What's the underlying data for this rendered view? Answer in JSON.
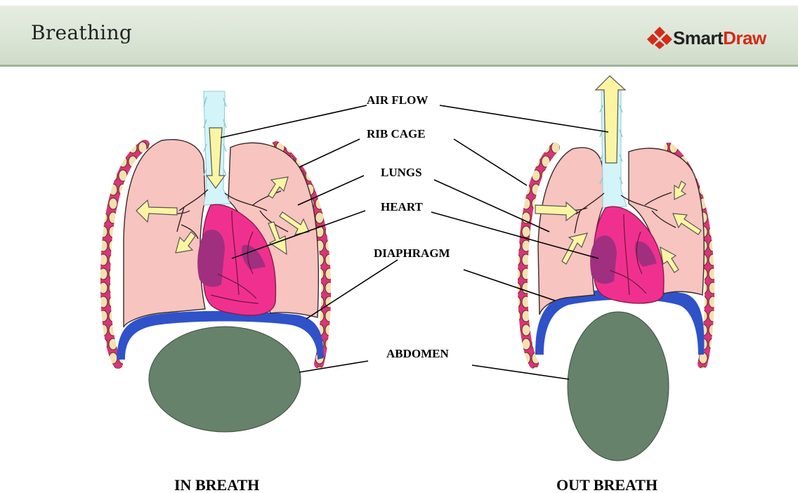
{
  "header": {
    "title": "Breathing",
    "logo_smart": "Smart",
    "logo_draw": "Draw"
  },
  "labels": {
    "air_flow": "AIR FLOW",
    "rib_cage": "RIB CAGE",
    "lungs": "LUNGS",
    "heart": "HEART",
    "diaphragm": "DIAPHRAGM",
    "abdomen": "ABDOMEN"
  },
  "captions": {
    "in_breath": "IN BREATH",
    "out_breath": "OUT BREATH"
  },
  "colors": {
    "lung": "#f7c4c0",
    "rib": "#d9357a",
    "rib_bone": "#f6dfb3",
    "heart": "#f0308e",
    "heart_dark": "#a02f80",
    "diaphragm": "#2f52c9",
    "abdomen": "#66826a",
    "trachea": "#d3f4f8",
    "arrow": "#fbf5a3"
  }
}
